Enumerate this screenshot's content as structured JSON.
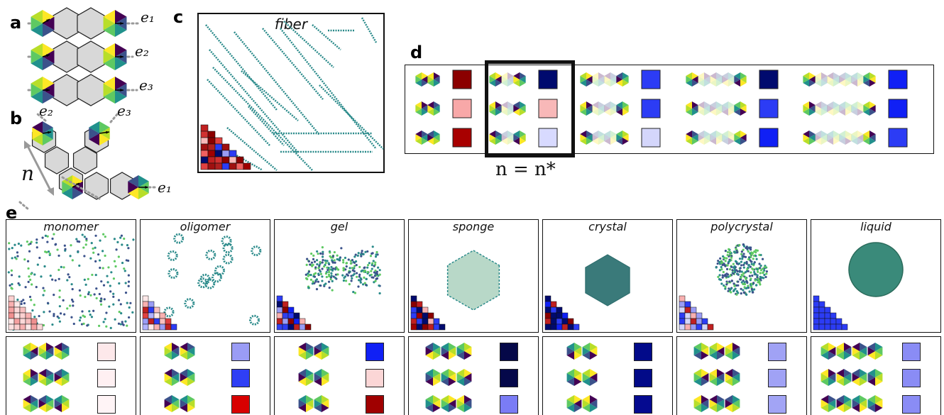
{
  "panel_labels": {
    "a": "a",
    "b": "b",
    "c": "c",
    "d": "d",
    "e": "e"
  },
  "panel_a": {
    "edges": [
      "e₁",
      "e₂",
      "e₃"
    ]
  },
  "panel_b": {
    "edges": [
      "e₂",
      "e₃",
      "e₁"
    ],
    "length_label": "n"
  },
  "panel_c": {
    "title": "fiber"
  },
  "panel_d": {
    "highlight_label": "n = n*"
  },
  "panel_e": {
    "phases": [
      {
        "name": "monomer",
        "swatches": [
          "#fde8ea",
          "#fff0f2",
          "#fff4f6"
        ]
      },
      {
        "name": "oligomer",
        "swatches": [
          "#9a9cf5",
          "#2f3ff5",
          "#d80000"
        ]
      },
      {
        "name": "gel",
        "swatches": [
          "#1020f5",
          "#fbd6d6",
          "#a00000"
        ]
      },
      {
        "name": "sponge",
        "swatches": [
          "#050848",
          "#05084a",
          "#7a7cf5"
        ]
      },
      {
        "name": "crystal",
        "swatches": [
          "#020a8a",
          "#020a88",
          "#050a90"
        ]
      },
      {
        "name": "polycrystal",
        "swatches": [
          "#a0a2f5",
          "#a0a2f5",
          "#a2a4f5"
        ]
      },
      {
        "name": "liquid",
        "swatches": [
          "#8a8cf5",
          "#8a8cf5",
          "#8a8cf5"
        ]
      }
    ]
  },
  "colors": {
    "dark_red": "#8b0000",
    "light_red": "#f8a8a8",
    "red": "#a80000",
    "navy": "#000a6e",
    "blue": "#2c3cf5",
    "light_blue": "#d4d6fb",
    "gray_hex": "#d8d8d8"
  }
}
